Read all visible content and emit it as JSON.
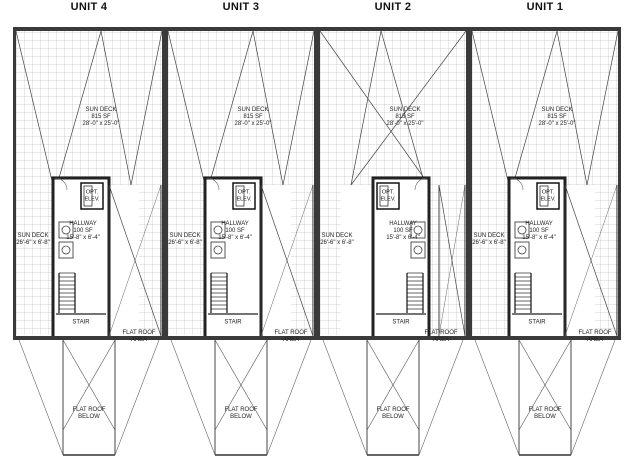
{
  "units": [
    {
      "title": "UNIT 4",
      "mirror": false
    },
    {
      "title": "UNIT 3",
      "mirror": false
    },
    {
      "title": "UNIT 2",
      "mirror": true
    },
    {
      "title": "UNIT 1",
      "mirror": false
    }
  ],
  "labels": {
    "sun_deck_main": {
      "name": "SUN DECK",
      "area": "815 SF",
      "dims": "28'-0\" x 25'-0\""
    },
    "sun_deck_side": {
      "name": "SUN DECK",
      "dims": "26'-6\" x 6'-8\""
    },
    "hallway": {
      "name": "HALLWAY",
      "area": "100 SF",
      "dims": "15'-8\" x 6'-4\""
    },
    "elevator": {
      "line1": "OPT.",
      "line2": "ELEV."
    },
    "stair": "STAIR",
    "flat_roof_area": {
      "line1": "FLAT ROOF",
      "line2": "AREA"
    },
    "flat_roof_below": {
      "line1": "FLAT ROOF",
      "line2": "BELOW"
    }
  },
  "colors": {
    "grid": "#9a9a9a",
    "wall": "#2b2b2b",
    "line": "#555555",
    "paper": "#ffffff"
  }
}
